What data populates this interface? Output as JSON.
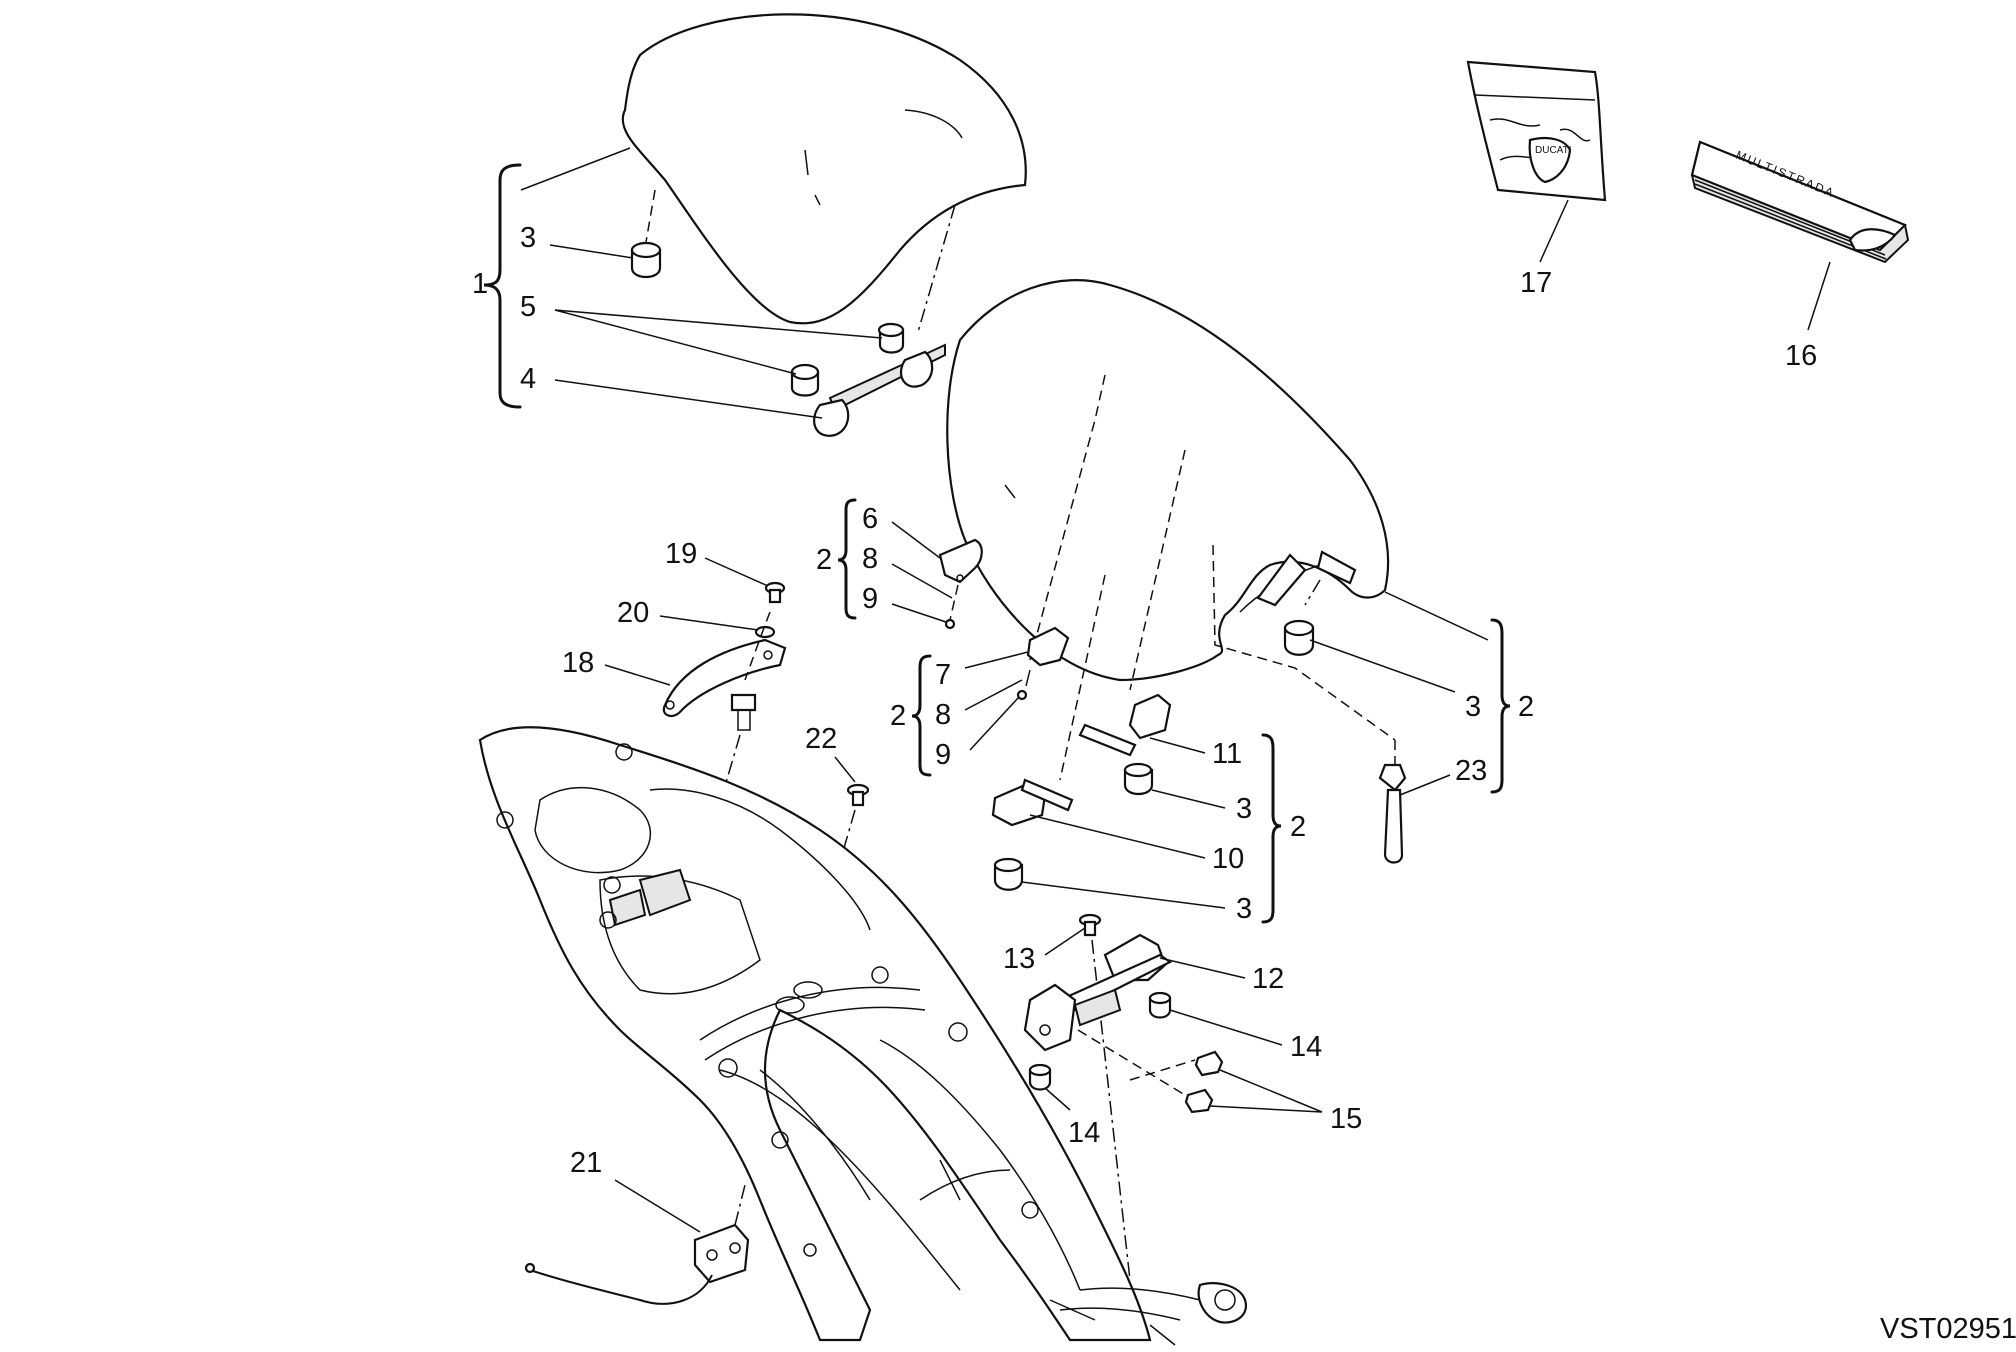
{
  "drawing_id": "VST02951",
  "brand_text": {
    "manual_cover": "MULTISTRADA",
    "logo": "DUCATI"
  },
  "callouts": {
    "c1": "1",
    "c3a": "3",
    "c5": "5",
    "c4": "4",
    "c2a": "2",
    "c6": "6",
    "c8a": "8",
    "c9a": "9",
    "c19": "19",
    "c20": "20",
    "c18": "18",
    "c2b": "2",
    "c7": "7",
    "c8b": "8",
    "c9b": "9",
    "c22": "22",
    "c3b": "3",
    "c2c": "2",
    "c11": "11",
    "c3c": "3",
    "c2d": "2",
    "c10": "10",
    "c3d": "3",
    "c23": "23",
    "c17": "17",
    "c16": "16",
    "c13": "13",
    "c12": "12",
    "c14a": "14",
    "c14b": "14",
    "c15": "15",
    "c21": "21"
  }
}
